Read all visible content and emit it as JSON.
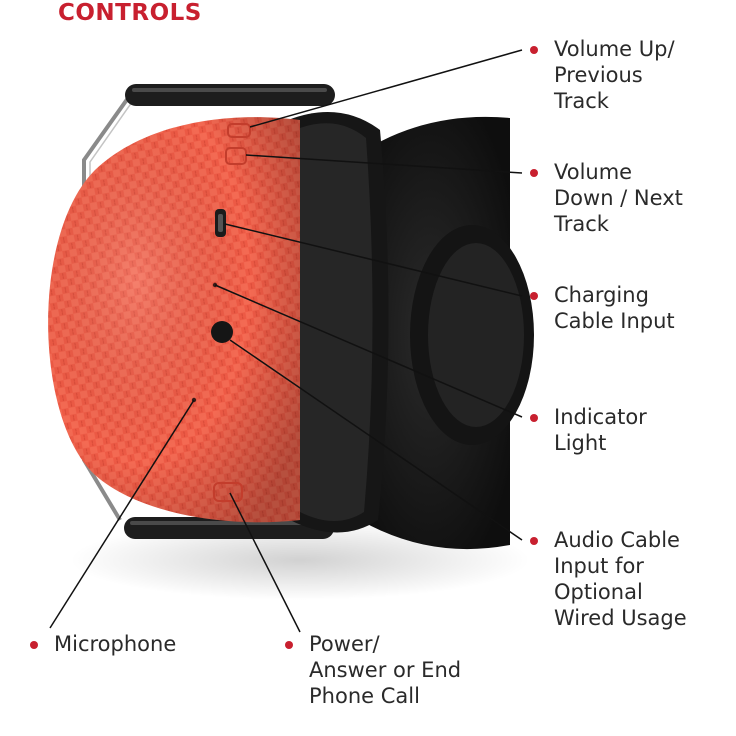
{
  "title": "CONTROLS",
  "accent_color": "#c8202f",
  "product": "headset-earcup-illustration",
  "callouts": [
    {
      "id": "vol-up",
      "label": "Volume Up/\nPrevious\nTrack"
    },
    {
      "id": "vol-down",
      "label": "Volume\nDown / Next\nTrack"
    },
    {
      "id": "charging",
      "label": "Charging\nCable Input"
    },
    {
      "id": "indicator",
      "label": "Indicator\nLight"
    },
    {
      "id": "audio",
      "label": "Audio Cable\nInput for\nOptional\nWired Usage"
    },
    {
      "id": "mic",
      "label": "Microphone"
    },
    {
      "id": "power",
      "label": "Power/\nAnswer or End\nPhone Call"
    }
  ]
}
